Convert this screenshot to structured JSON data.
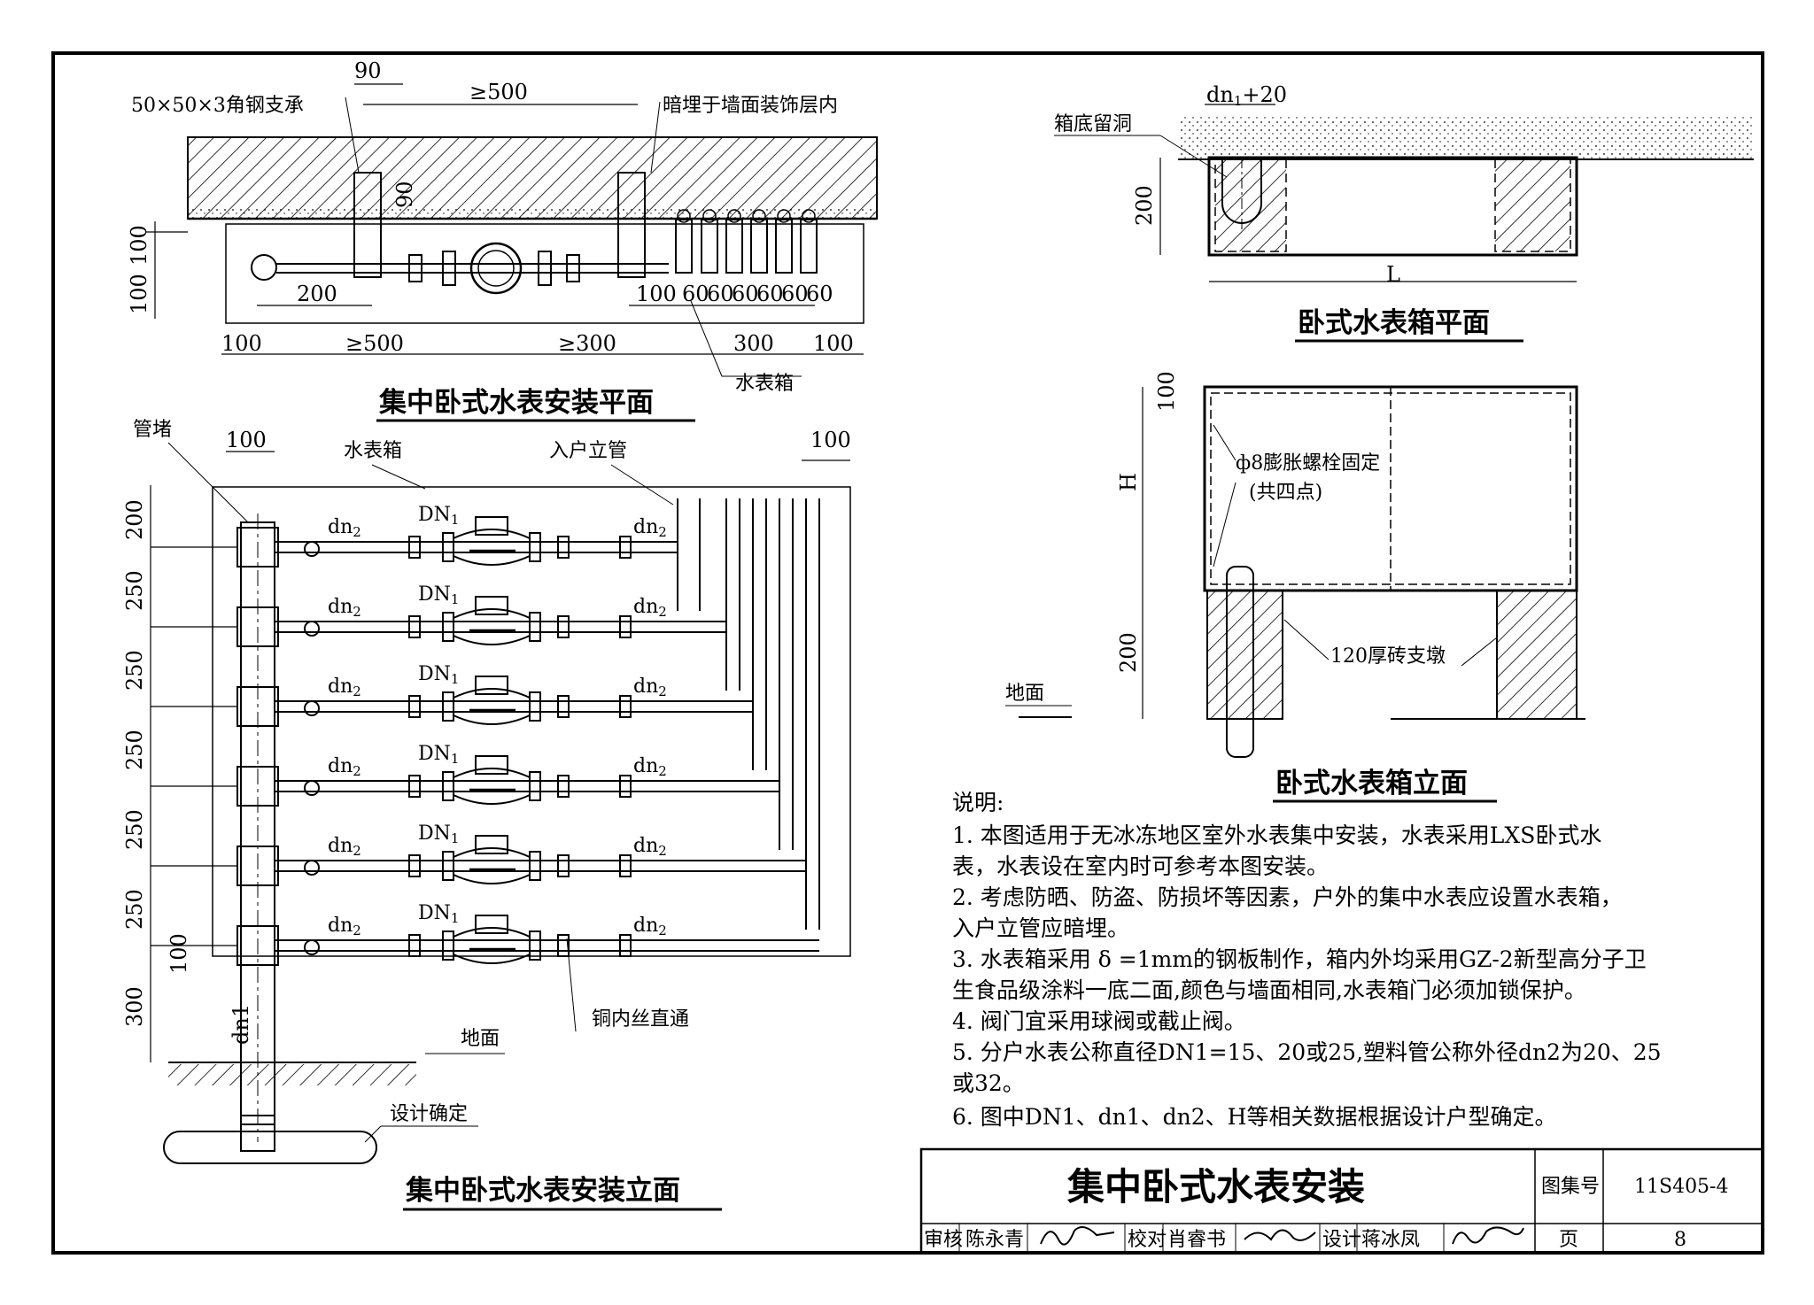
{
  "plan": {
    "title": "集中卧式水表安装平面",
    "angle_support": "50×50×3角钢支承",
    "embed_note": "暗埋于墙面装饰层内",
    "meter_box": "水表箱",
    "dims": {
      "d90_top": "90",
      "ge500_top": "≥500",
      "d90_vert": "90",
      "d100_a": "100",
      "d100_b": "100",
      "d200": "200",
      "d100_c": "100",
      "s60": [
        "60",
        "60",
        "60",
        "60",
        "60",
        "60"
      ],
      "b100_l": "100",
      "b500": "≥500",
      "b300": "≥300",
      "b300b": "300",
      "b100_r": "100"
    }
  },
  "elevation": {
    "title": "集中卧式水表安装立面",
    "plug": "管堵",
    "meter_box": "水表箱",
    "riser": "入户立管",
    "copper": "铜内丝直通",
    "ground": "地面",
    "design": "设计确定",
    "top100_l": "100",
    "top100_r": "100",
    "dn2": "dn",
    "dn2_sub": "2",
    "DN1": "DN",
    "DN1_sub": "1",
    "dn1": "dn1",
    "left_dims": [
      "200",
      "250",
      "250",
      "250",
      "250",
      "250",
      "100",
      "300"
    ]
  },
  "box_plan": {
    "title": "卧式水表箱平面",
    "hole": "箱底留洞",
    "dn_label": "dn",
    "dn_sub": "1",
    "dn_plus": "+20",
    "d200": "200",
    "L": "L"
  },
  "box_elev": {
    "title": "卧式水表箱立面",
    "bolt": "ф8膨胀螺栓固定",
    "bolt2": "(共四点)",
    "pier": "120厚砖支墩",
    "ground": "地面",
    "d100": "100",
    "H": "H",
    "d200": "200"
  },
  "notes": {
    "heading": "说明:",
    "lines": [
      "1. 本图适用于无冰冻地区室外水表集中安装，水表采用LXS卧式水",
      "    表，水表设在室内时可参考本图安装。",
      "2. 考虑防晒、防盗、防损坏等因素，户外的集中水表应设置水表箱，",
      "    入户立管应暗埋。",
      "3. 水表箱采用 δ =1mm的钢板制作，箱内外均采用GZ-2新型高分子卫",
      "    生食品级涂料一底二面,颜色与墙面相同,水表箱门必须加锁保护。",
      "4. 阀门宜采用球阀或截止阀。",
      "5. 分户水表公称直径DN1=15、20或25,塑料管公称外径dn2为20、25",
      "    或32。",
      "6. 图中DN1、dn1、dn2、H等相关数据根据设计户型确定。"
    ]
  },
  "titleblock": {
    "title": "集中卧式水表安装",
    "atlas_label": "图集号",
    "atlas_no": "11S405-4",
    "page_label": "页",
    "page_no": "8",
    "review": "审核",
    "reviewer": "陈永青",
    "check": "校对",
    "checker": "肖睿书",
    "design": "设计",
    "designer": "蒋冰凤"
  }
}
